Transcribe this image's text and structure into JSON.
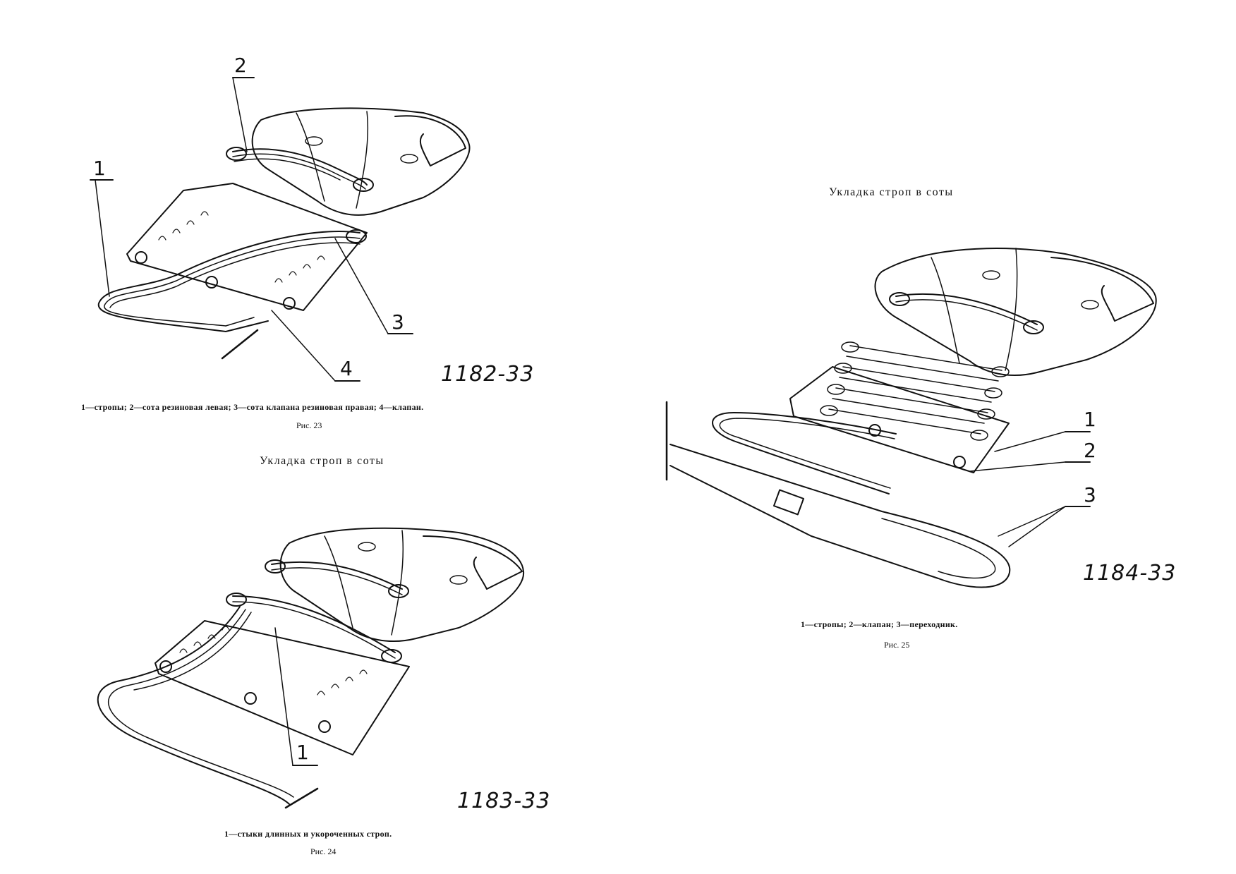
{
  "figures": [
    {
      "drawing_number": "1182-33",
      "callouts": [
        "1",
        "2",
        "3",
        "4"
      ],
      "caption": "1—стропы; 2—сота резиновая левая; 3—сота клапана резиновая правая; 4—клапан.",
      "fig_label": "Рис. 23"
    },
    {
      "section_title": "Укладка строп в соты",
      "drawing_number": "1183-33",
      "callouts": [
        "1"
      ],
      "caption": "1—стыки длинных и укороченных строп.",
      "fig_label": "Рис. 24"
    },
    {
      "section_title": "Укладка строп в соты",
      "drawing_number": "1184-33",
      "callouts": [
        "1",
        "2",
        "3"
      ],
      "caption": "1—стропы; 2—клапан; 3—переходник.",
      "fig_label": "Рис. 25"
    }
  ]
}
